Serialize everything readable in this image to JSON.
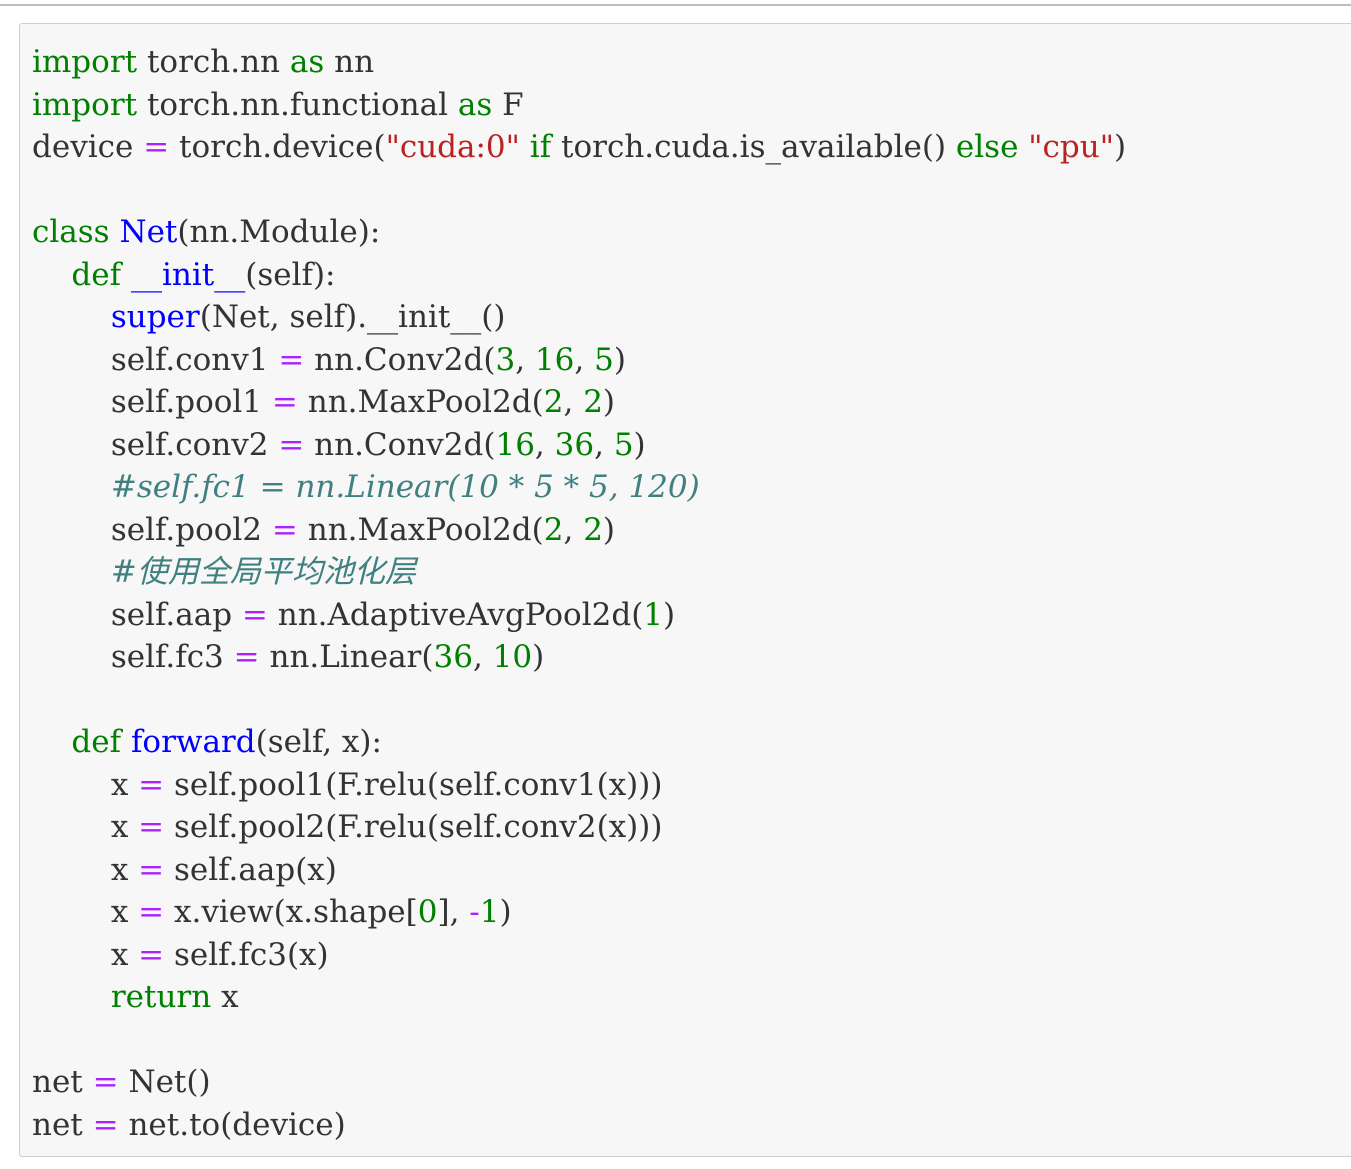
{
  "code_cell": {
    "lines": [
      [
        {
          "t": "import",
          "c": "kw"
        },
        {
          "t": " torch.nn "
        },
        {
          "t": "as",
          "c": "kw"
        },
        {
          "t": " nn"
        }
      ],
      [
        {
          "t": "import",
          "c": "kw"
        },
        {
          "t": " torch.nn.functional "
        },
        {
          "t": "as",
          "c": "kw"
        },
        {
          "t": " F"
        }
      ],
      [
        {
          "t": "device "
        },
        {
          "t": "=",
          "c": "op"
        },
        {
          "t": " torch.device("
        },
        {
          "t": "\"cuda:0\"",
          "c": "str"
        },
        {
          "t": " "
        },
        {
          "t": "if",
          "c": "kw"
        },
        {
          "t": " torch.cuda.is_available() "
        },
        {
          "t": "else",
          "c": "kw"
        },
        {
          "t": " "
        },
        {
          "t": "\"cpu\"",
          "c": "str"
        },
        {
          "t": ")"
        }
      ],
      [],
      [
        {
          "t": "class",
          "c": "kw"
        },
        {
          "t": " "
        },
        {
          "t": "Net",
          "c": "fn"
        },
        {
          "t": "(nn.Module):"
        }
      ],
      [
        {
          "t": "    "
        },
        {
          "t": "def",
          "c": "kw"
        },
        {
          "t": " "
        },
        {
          "t": "__init__",
          "c": "fn"
        },
        {
          "t": "(self):"
        }
      ],
      [
        {
          "t": "        "
        },
        {
          "t": "super",
          "c": "fn"
        },
        {
          "t": "(Net, self).__init__()"
        }
      ],
      [
        {
          "t": "        self.conv1 "
        },
        {
          "t": "=",
          "c": "op"
        },
        {
          "t": " nn.Conv2d("
        },
        {
          "t": "3",
          "c": "num"
        },
        {
          "t": ", "
        },
        {
          "t": "16",
          "c": "num"
        },
        {
          "t": ", "
        },
        {
          "t": "5",
          "c": "num"
        },
        {
          "t": ")"
        }
      ],
      [
        {
          "t": "        self.pool1 "
        },
        {
          "t": "=",
          "c": "op"
        },
        {
          "t": " nn.MaxPool2d("
        },
        {
          "t": "2",
          "c": "num"
        },
        {
          "t": ", "
        },
        {
          "t": "2",
          "c": "num"
        },
        {
          "t": ")"
        }
      ],
      [
        {
          "t": "        self.conv2 "
        },
        {
          "t": "=",
          "c": "op"
        },
        {
          "t": " nn.Conv2d("
        },
        {
          "t": "16",
          "c": "num"
        },
        {
          "t": ", "
        },
        {
          "t": "36",
          "c": "num"
        },
        {
          "t": ", "
        },
        {
          "t": "5",
          "c": "num"
        },
        {
          "t": ")"
        }
      ],
      [
        {
          "t": "        "
        },
        {
          "t": "#self.fc1 = nn.Linear(10 * 5 * 5, 120)",
          "c": "cm"
        }
      ],
      [
        {
          "t": "        self.pool2 "
        },
        {
          "t": "=",
          "c": "op"
        },
        {
          "t": " nn.MaxPool2d("
        },
        {
          "t": "2",
          "c": "num"
        },
        {
          "t": ", "
        },
        {
          "t": "2",
          "c": "num"
        },
        {
          "t": ")"
        }
      ],
      [
        {
          "t": "        "
        },
        {
          "t": "#使用全局平均池化层",
          "c": "cm"
        }
      ],
      [
        {
          "t": "        self.aap "
        },
        {
          "t": "=",
          "c": "op"
        },
        {
          "t": " nn.AdaptiveAvgPool2d("
        },
        {
          "t": "1",
          "c": "num"
        },
        {
          "t": ")"
        }
      ],
      [
        {
          "t": "        self.fc3 "
        },
        {
          "t": "=",
          "c": "op"
        },
        {
          "t": " nn.Linear("
        },
        {
          "t": "36",
          "c": "num"
        },
        {
          "t": ", "
        },
        {
          "t": "10",
          "c": "num"
        },
        {
          "t": ")"
        }
      ],
      [],
      [
        {
          "t": "    "
        },
        {
          "t": "def",
          "c": "kw"
        },
        {
          "t": " "
        },
        {
          "t": "forward",
          "c": "fn"
        },
        {
          "t": "(self, x):"
        }
      ],
      [
        {
          "t": "        x "
        },
        {
          "t": "=",
          "c": "op"
        },
        {
          "t": " self.pool1(F.relu(self.conv1(x)))"
        }
      ],
      [
        {
          "t": "        x "
        },
        {
          "t": "=",
          "c": "op"
        },
        {
          "t": " self.pool2(F.relu(self.conv2(x)))"
        }
      ],
      [
        {
          "t": "        x "
        },
        {
          "t": "=",
          "c": "op"
        },
        {
          "t": " self.aap(x)"
        }
      ],
      [
        {
          "t": "        x "
        },
        {
          "t": "=",
          "c": "op"
        },
        {
          "t": " x.view(x.shape["
        },
        {
          "t": "0",
          "c": "num"
        },
        {
          "t": "], "
        },
        {
          "t": "-",
          "c": "op"
        },
        {
          "t": "1",
          "c": "num"
        },
        {
          "t": ")"
        }
      ],
      [
        {
          "t": "        x "
        },
        {
          "t": "=",
          "c": "op"
        },
        {
          "t": " self.fc3(x)"
        }
      ],
      [
        {
          "t": "        "
        },
        {
          "t": "return",
          "c": "kw"
        },
        {
          "t": " x"
        }
      ],
      [],
      [
        {
          "t": "net "
        },
        {
          "t": "=",
          "c": "op"
        },
        {
          "t": " Net()"
        }
      ],
      [
        {
          "t": "net "
        },
        {
          "t": "=",
          "c": "op"
        },
        {
          "t": " net.to(device)"
        }
      ]
    ]
  }
}
